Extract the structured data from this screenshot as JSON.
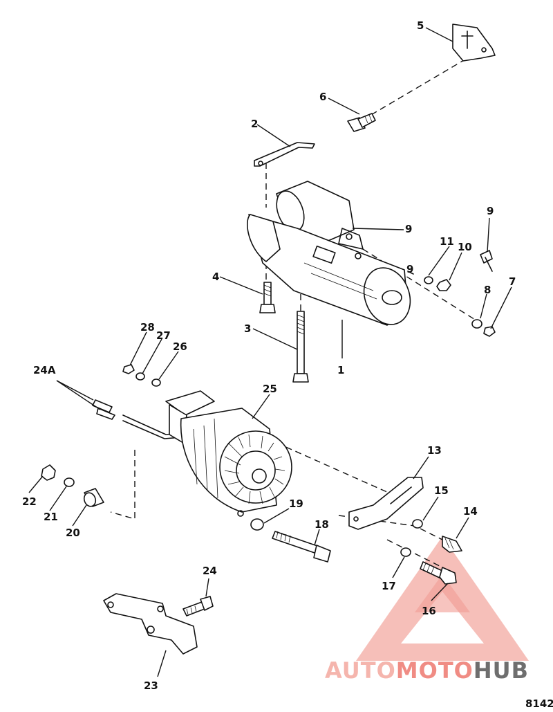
{
  "callouts": [
    {
      "id": "c1",
      "text": "1"
    },
    {
      "id": "c2",
      "text": "2"
    },
    {
      "id": "c3",
      "text": "3"
    },
    {
      "id": "c4",
      "text": "4"
    },
    {
      "id": "c5",
      "text": "5"
    },
    {
      "id": "c6",
      "text": "6"
    },
    {
      "id": "c7",
      "text": "7"
    },
    {
      "id": "c8",
      "text": "8"
    },
    {
      "id": "c9a",
      "text": "9"
    },
    {
      "id": "c9b",
      "text": "9"
    },
    {
      "id": "c9c",
      "text": "9"
    },
    {
      "id": "c10",
      "text": "10"
    },
    {
      "id": "c11",
      "text": "11"
    },
    {
      "id": "c13",
      "text": "13"
    },
    {
      "id": "c14",
      "text": "14"
    },
    {
      "id": "c15",
      "text": "15"
    },
    {
      "id": "c16",
      "text": "16"
    },
    {
      "id": "c17",
      "text": "17"
    },
    {
      "id": "c18",
      "text": "18"
    },
    {
      "id": "c19",
      "text": "19"
    },
    {
      "id": "c20",
      "text": "20"
    },
    {
      "id": "c21",
      "text": "21"
    },
    {
      "id": "c22",
      "text": "22"
    },
    {
      "id": "c23",
      "text": "23"
    },
    {
      "id": "c24",
      "text": "24"
    },
    {
      "id": "c24a",
      "text": "24A"
    },
    {
      "id": "c25",
      "text": "25"
    },
    {
      "id": "c26",
      "text": "26"
    },
    {
      "id": "c27",
      "text": "27"
    },
    {
      "id": "c28",
      "text": "28"
    }
  ],
  "figure_code": "8142",
  "watermark": {
    "part1": "AUTO",
    "part2": "MOTO",
    "part3": "HUB",
    "color_light": "#f5b5ad",
    "color_mid": "#f08c84",
    "color_dark": "#6e6e6e"
  }
}
